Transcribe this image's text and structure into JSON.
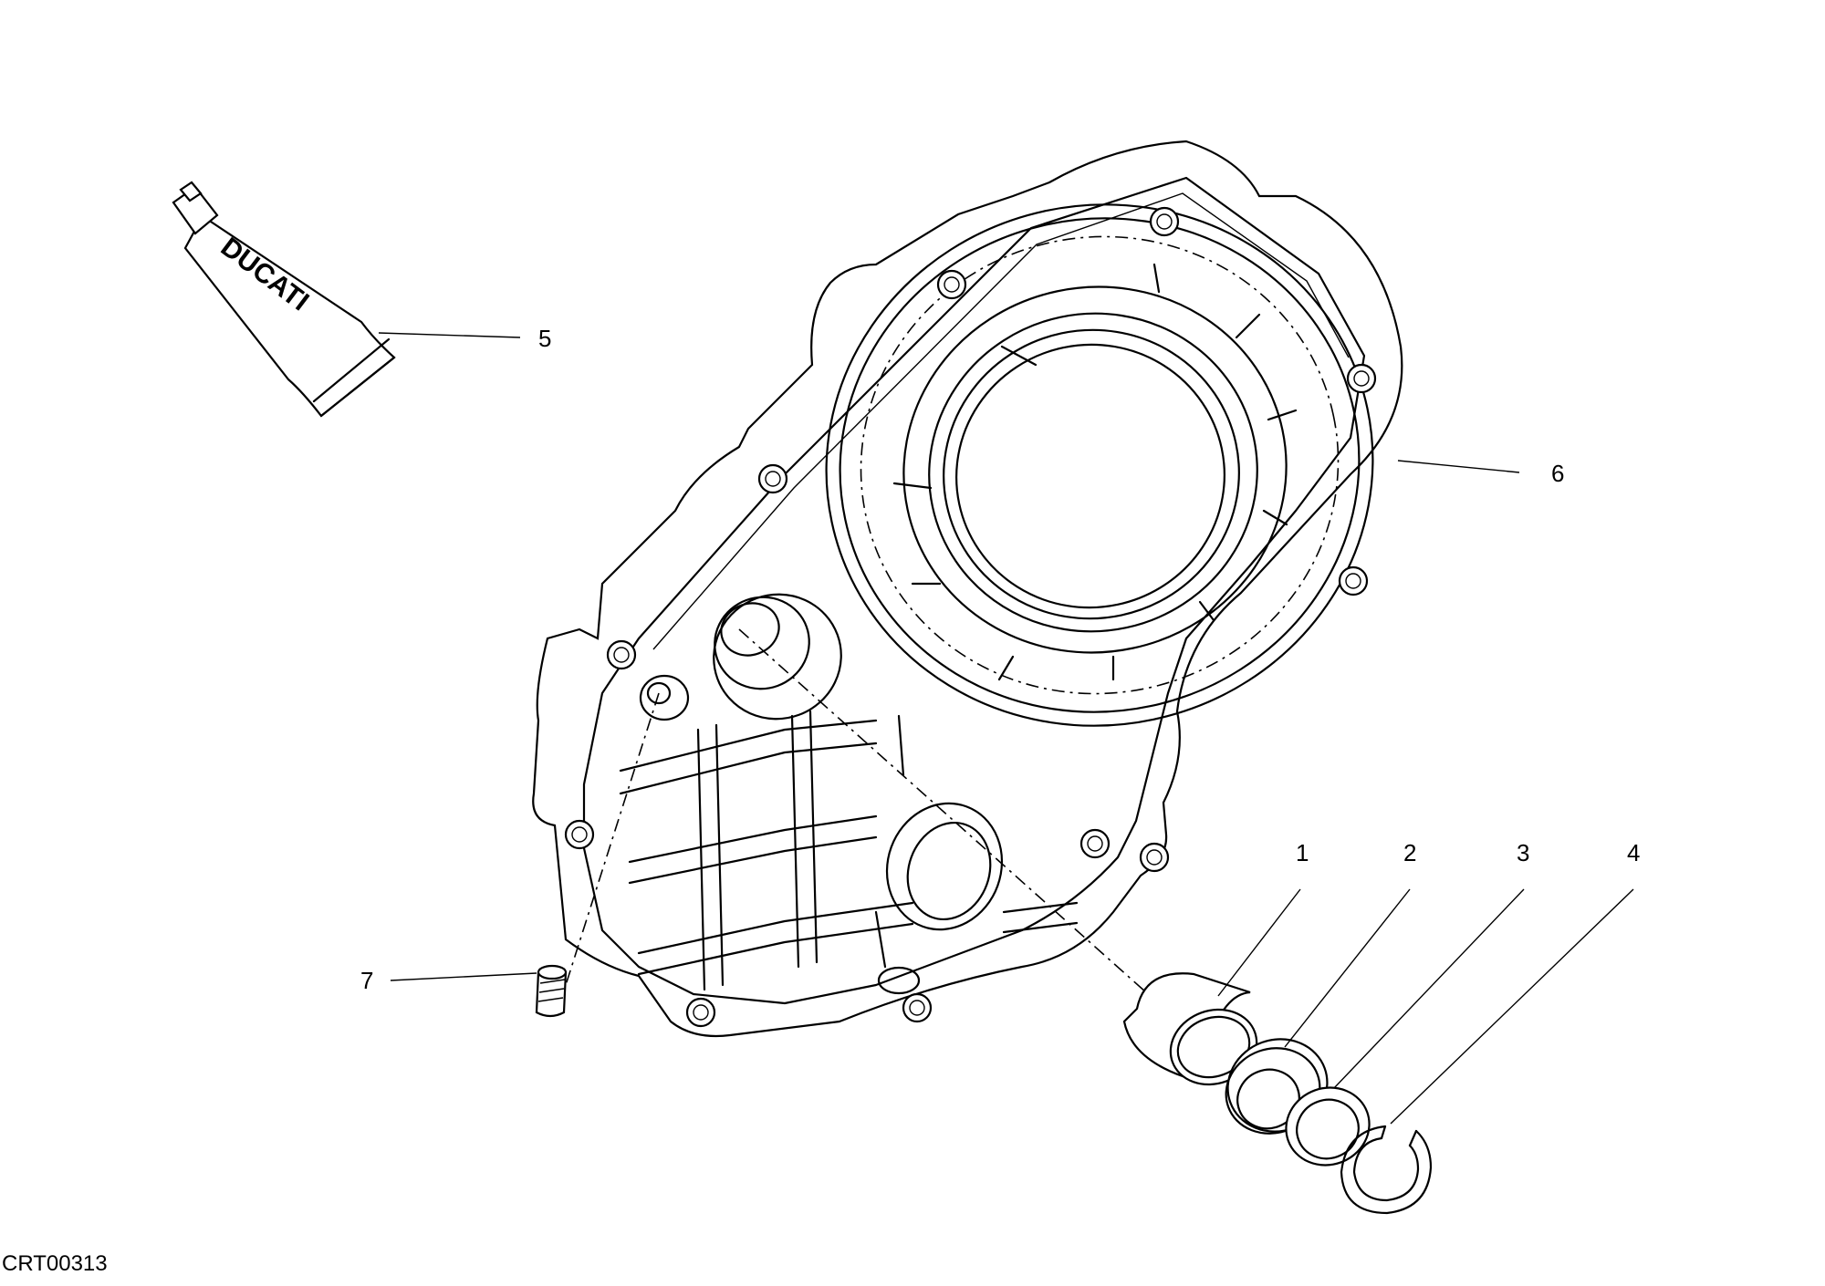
{
  "diagram_code": "CRT00313",
  "tube_brand": "DUCATI",
  "callouts": [
    {
      "id": "1",
      "label": "1"
    },
    {
      "id": "2",
      "label": "2"
    },
    {
      "id": "3",
      "label": "3"
    },
    {
      "id": "4",
      "label": "4"
    },
    {
      "id": "5",
      "label": "5"
    },
    {
      "id": "6",
      "label": "6"
    },
    {
      "id": "7",
      "label": "7"
    }
  ]
}
